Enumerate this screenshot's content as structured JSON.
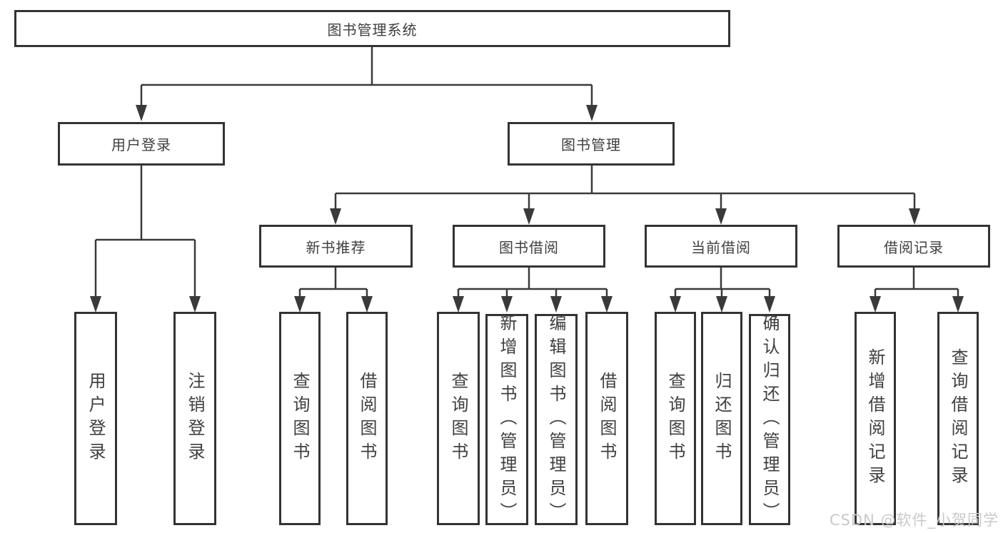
{
  "diagram": {
    "root": {
      "label": "图书管理系统"
    },
    "level2": {
      "user_login": {
        "label": "用户登录"
      },
      "book_management": {
        "label": "图书管理"
      }
    },
    "level3": {
      "new_book_recommend": {
        "label": "新书推荐"
      },
      "book_borrow": {
        "label": "图书借阅"
      },
      "current_borrow": {
        "label": "当前借阅"
      },
      "borrow_records": {
        "label": "借阅记录"
      }
    },
    "leaves": {
      "user_login": [
        "用户登录",
        "注销登录"
      ],
      "new_book_recommend": [
        "查询图书",
        "借阅图书"
      ],
      "book_borrow": [
        "查询图书",
        "新增图书（管理员）",
        "编辑图书（管理员）",
        "借阅图书"
      ],
      "current_borrow": [
        "查询图书",
        "归还图书",
        "确认归还（管理员）"
      ],
      "borrow_records": [
        "新增借阅记录",
        "查询借阅记录"
      ]
    }
  },
  "watermark": {
    "text": "CSDN @软件_小贺同学"
  },
  "colors": {
    "line": "#3a3a3a",
    "box_border": "#333333",
    "text": "#3f3f3f",
    "watermark": "#c9c9c9",
    "background": "#ffffff"
  }
}
